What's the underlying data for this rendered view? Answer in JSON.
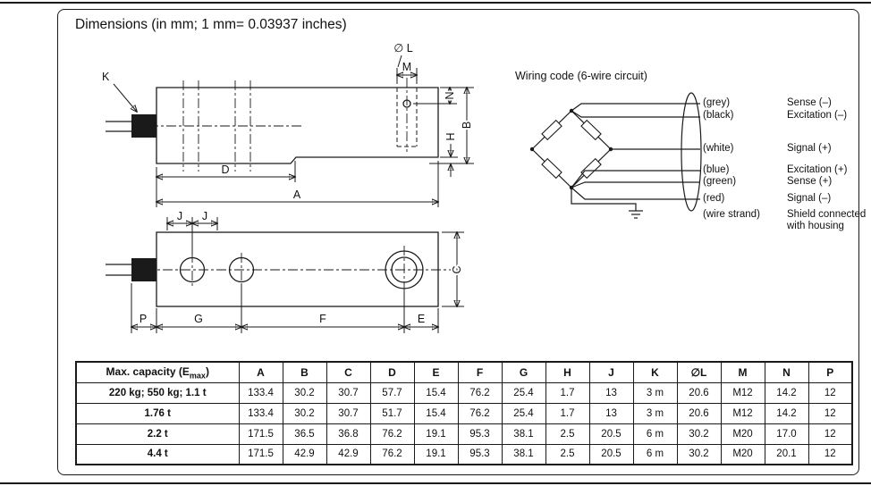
{
  "page": {
    "title": "Dimensions (in mm; 1 mm= 0.03937 inches)"
  },
  "drawing": {
    "labels": {
      "K": "K",
      "dia_L": "∅ L",
      "M": "M",
      "N": "N",
      "B": "B",
      "H": "H",
      "D": "D",
      "A": "A",
      "J1": "J",
      "J2": "J",
      "C": "C",
      "P": "P",
      "G": "G",
      "F": "F",
      "E": "E"
    }
  },
  "wiring": {
    "title": "Wiring code (6-wire circuit)",
    "wires": [
      {
        "color": "(grey)",
        "function": "Sense (–)"
      },
      {
        "color": "(black)",
        "function": "Excitation (–)"
      },
      {
        "color": "(white)",
        "function": "Signal (+)"
      },
      {
        "color": "(blue)",
        "function": "Excitation (+)"
      },
      {
        "color": "(green)",
        "function": "Sense (+)"
      },
      {
        "color": "(red)",
        "function": "Signal (–)"
      },
      {
        "color": "(wire strand)",
        "function": "Shield connected with housing"
      }
    ]
  },
  "table": {
    "capacity_header": {
      "pre": "Max. capacity (E",
      "sub": "max",
      "post": ")"
    },
    "dim_headers": [
      "A",
      "B",
      "C",
      "D",
      "E",
      "F",
      "G",
      "H",
      "J",
      "K",
      "∅L",
      "M",
      "N",
      "P"
    ],
    "rows": [
      {
        "capacity": "220 kg; 550 kg; 1.1 t",
        "values": [
          "133.4",
          "30.2",
          "30.7",
          "57.7",
          "15.4",
          "76.2",
          "25.4",
          "1.7",
          "13",
          "3 m",
          "20.6",
          "M12",
          "14.2",
          "12"
        ]
      },
      {
        "capacity": "1.76 t",
        "values": [
          "133.4",
          "30.2",
          "30.7",
          "51.7",
          "15.4",
          "76.2",
          "25.4",
          "1.7",
          "13",
          "3 m",
          "20.6",
          "M12",
          "14.2",
          "12"
        ]
      },
      {
        "capacity": "2.2 t",
        "values": [
          "171.5",
          "36.5",
          "36.8",
          "76.2",
          "19.1",
          "95.3",
          "38.1",
          "2.5",
          "20.5",
          "6 m",
          "30.2",
          "M20",
          "17.0",
          "12"
        ]
      },
      {
        "capacity": "4.4 t",
        "values": [
          "171.5",
          "42.9",
          "42.9",
          "76.2",
          "19.1",
          "95.3",
          "38.1",
          "2.5",
          "20.5",
          "6 m",
          "30.2",
          "M20",
          "20.1",
          "12"
        ]
      }
    ]
  }
}
